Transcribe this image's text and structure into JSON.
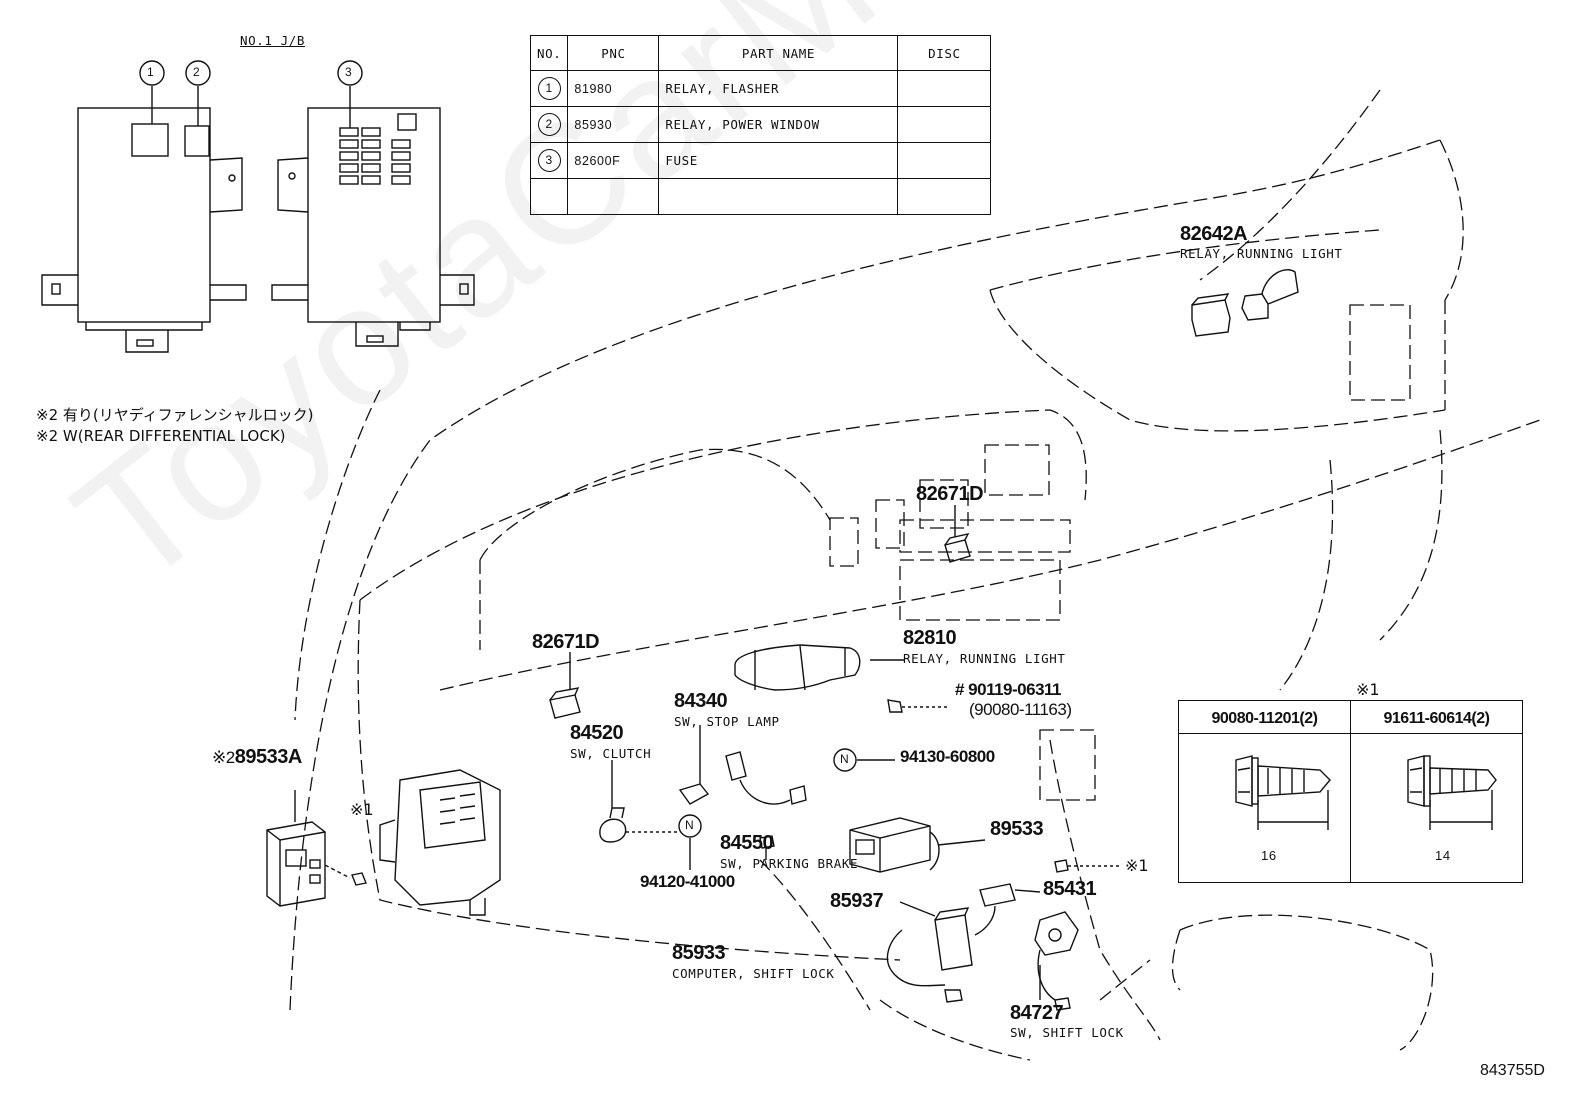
{
  "jb_title": "NO.1 J/B",
  "jb_callouts": [
    "1",
    "2",
    "3"
  ],
  "parts_table": {
    "headers": [
      "NO.",
      "PNC",
      "PART NAME",
      "DISC"
    ],
    "rows": [
      {
        "no": "1",
        "pnc": "81980",
        "name": "RELAY, FLASHER",
        "disc": ""
      },
      {
        "no": "2",
        "pnc": "85930",
        "name": "RELAY, POWER WINDOW",
        "disc": ""
      },
      {
        "no": "3",
        "pnc": "82600F",
        "name": "FUSE",
        "disc": ""
      },
      {
        "no": "",
        "pnc": "",
        "name": "",
        "disc": ""
      }
    ]
  },
  "notes": {
    "jp": "※2 有り(リヤディファレンシャルロック)",
    "en": "※2 W(REAR DIFFERENTIAL LOCK)"
  },
  "callouts": {
    "c82642A": {
      "pnc": "82642A",
      "name": "RELAY, RUNNING LIGHT"
    },
    "c82671D_a": {
      "pnc": "82671D"
    },
    "c82671D_b": {
      "pnc": "82671D"
    },
    "c82810": {
      "pnc": "82810",
      "name": "RELAY, RUNNING LIGHT"
    },
    "c90119": {
      "pnc": "# 90119-06311",
      "alt": "(90080-11163)"
    },
    "c84340": {
      "pnc": "84340",
      "name": "SW, STOP LAMP"
    },
    "c84520": {
      "pnc": "84520",
      "name": "SW, CLUTCH"
    },
    "c94130": {
      "pnc": "94130-60800"
    },
    "c89533A": {
      "prefix": "※2",
      "pnc": "89533A"
    },
    "c89533": {
      "pnc": "89533"
    },
    "c84550": {
      "pnc": "84550",
      "name": "SW, PARKING BRAKE"
    },
    "c94120": {
      "pnc": "94120-41000"
    },
    "c85937": {
      "pnc": "85937"
    },
    "c85431": {
      "pnc": "85431"
    },
    "c85933": {
      "pnc": "85933",
      "name": "COMPUTER, SHIFT LOCK"
    },
    "c84727": {
      "pnc": "84727",
      "name": "SW, SHIFT LOCK"
    },
    "x1_left": "※1",
    "x1_right": "※1",
    "n_mark": "N"
  },
  "bolts_table": {
    "mark": "※1",
    "cols": [
      {
        "pn": "90080-11201(2)",
        "length": "16"
      },
      {
        "pn": "91611-60614(2)",
        "length": "14"
      }
    ]
  },
  "drawing_id": "843755D",
  "watermark": "ToyotaCarMine.ru"
}
